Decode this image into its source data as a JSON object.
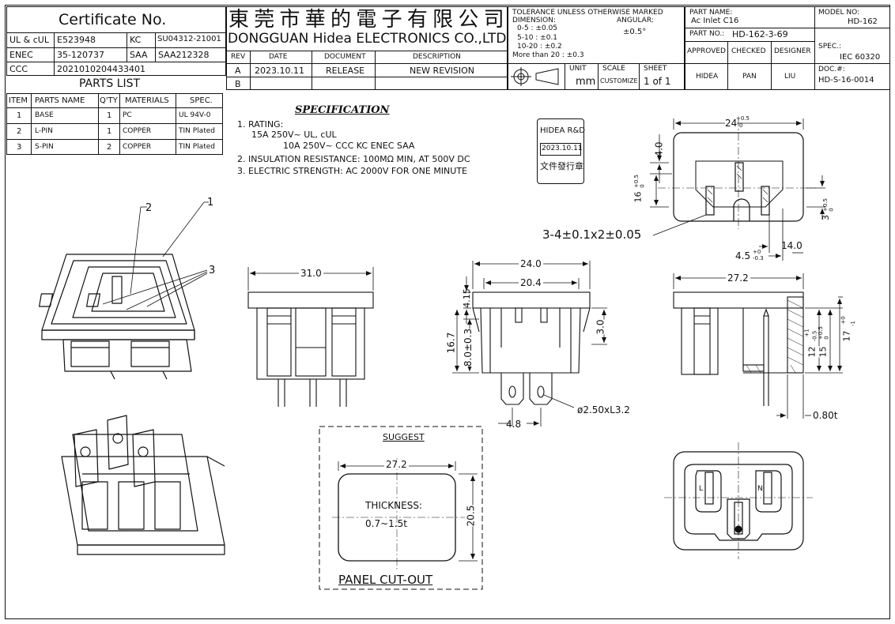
{
  "certificate": {
    "title": "Certificate No.",
    "rows": [
      {
        "k1": "UL & cUL",
        "v1": "E523948",
        "k2": "KC",
        "v2": "SU04312-21001"
      },
      {
        "k1": "ENEC",
        "v1": "35-120737",
        "k2": "SAA",
        "v2": "SAA212328"
      },
      {
        "k1": "CCC",
        "v1": "2021010204433401",
        "k2": "",
        "v2": ""
      }
    ]
  },
  "company": {
    "chinese": "東 莞 市 華 的 電 子 有 限 公 司",
    "english": "DONGGUAN Hidea ELECTRONICS CO.,LTD"
  },
  "revisions": {
    "headers": [
      "REV",
      "DATE",
      "DOCUMENT",
      "DESCRIPTION"
    ],
    "rows": [
      {
        "rev": "A",
        "date": "2023.10.11",
        "document": "RELEASE",
        "description": "NEW REVISION"
      },
      {
        "rev": "B",
        "date": "",
        "document": "",
        "description": ""
      }
    ]
  },
  "tolerance": {
    "line1": "TOLERANCE UNLESS OTHERWISE MARKED",
    "dimension_label": "DIMENSION:",
    "angular_label": "ANGULAR:",
    "rows": [
      "0-5   : ±0.05",
      "5-10  : ±0.1",
      "10-20 : ±0.2",
      "More than 20 : ±0.3"
    ],
    "angular_value": "±0.5°",
    "unit_label": "UNIT",
    "unit_value": "mm",
    "scale_label": "SCALE",
    "scale_value": "CUSTOMIZE",
    "sheet_label": "SHEET",
    "sheet_value": "1  of  1"
  },
  "title_block": {
    "part_name_label": "PART NAME:",
    "part_name": "Ac Inlet C16",
    "model_label": "MODEL NO:",
    "model": "HD-162",
    "part_no_label": "PART NO.:",
    "part_no": "HD-162-3-69",
    "headers": [
      "APPROVED",
      "CHECKED",
      "DESIGNER"
    ],
    "names": [
      "HIDEA",
      "PAN",
      "LIU"
    ],
    "spec_label": "SPEC.:",
    "spec": "IEC 60320",
    "doc_label": "DOC.#:",
    "doc": "HD-S-16-0014"
  },
  "parts_list": {
    "title": "PARTS LIST",
    "headers": [
      "ITEM",
      "PARTS NAME",
      "Q'TY",
      "MATERIALS",
      "SPEC."
    ],
    "rows": [
      {
        "item": "1",
        "name": "BASE",
        "qty": "1",
        "material": "PC",
        "spec": "UL 94V-0"
      },
      {
        "item": "2",
        "name": "L-PIN",
        "qty": "1",
        "material": "COPPER",
        "spec": "TIN Plated"
      },
      {
        "item": "3",
        "name": "S-PIN",
        "qty": "2",
        "material": "COPPER",
        "spec": "TIN Plated"
      }
    ]
  },
  "specification": {
    "title": "SPECIFICATION",
    "lines": [
      "1. RATING:",
      "15A 250V~ UL, cUL",
      "10A 250V~ CCC KC ENEC SAA",
      "2. INSULATION RESISTANCE: 100MΩ MIN, AT 500V DC",
      "3. ELECTRIC STRENGTH: AC 2000V FOR ONE MINUTE"
    ]
  },
  "stamp": {
    "line1": "HIDEA R&D",
    "date": "2023.10.11",
    "line3": "文件發行章"
  },
  "callouts": {
    "one": "1",
    "two": "2",
    "three": "3"
  },
  "dimensions": {
    "top_w": "24",
    "top_w_tol_up": "+0.5",
    "top_w_tol_dn": "0",
    "d40": "4.0",
    "h16": "16",
    "h16_tol_up": "+0.5",
    "h16_tol_dn": "0",
    "r3": "3",
    "r3_tol_up": "+0.5",
    "r3_tol_dn": "0",
    "pins": "3-4±0.1x2±0.05",
    "d140": "14.0",
    "d45": "4.5",
    "d45_tol_up": "+0",
    "d45_tol_dn": "-0.3",
    "w31": "31.0",
    "w240": "24.0",
    "w204": "20.4",
    "h415": "4.15",
    "h167": "16.7",
    "h80": "8.0±0.3",
    "h30": "3.0",
    "d48": "4.8",
    "hole": "ø2.50xL3.2",
    "w272": "27.2",
    "h12": "12",
    "h12_tol_up": "+1",
    "h12_tol_dn": "-0.5",
    "h15": "15",
    "h15_tol_up": "+0.5",
    "h15_tol_dn": "0",
    "h17": "17",
    "h17_tol_up": "+0",
    "h17_tol_dn": "-1",
    "t080": "0.80t",
    "l_mark": "L",
    "n_mark": "N"
  },
  "cutout": {
    "suggest": "SUGGEST",
    "width": "27.2",
    "height": "20.5",
    "thickness_label": "THICKNESS:",
    "thickness": "0.7~1.5t",
    "caption": "PANEL  CUT-OUT"
  }
}
